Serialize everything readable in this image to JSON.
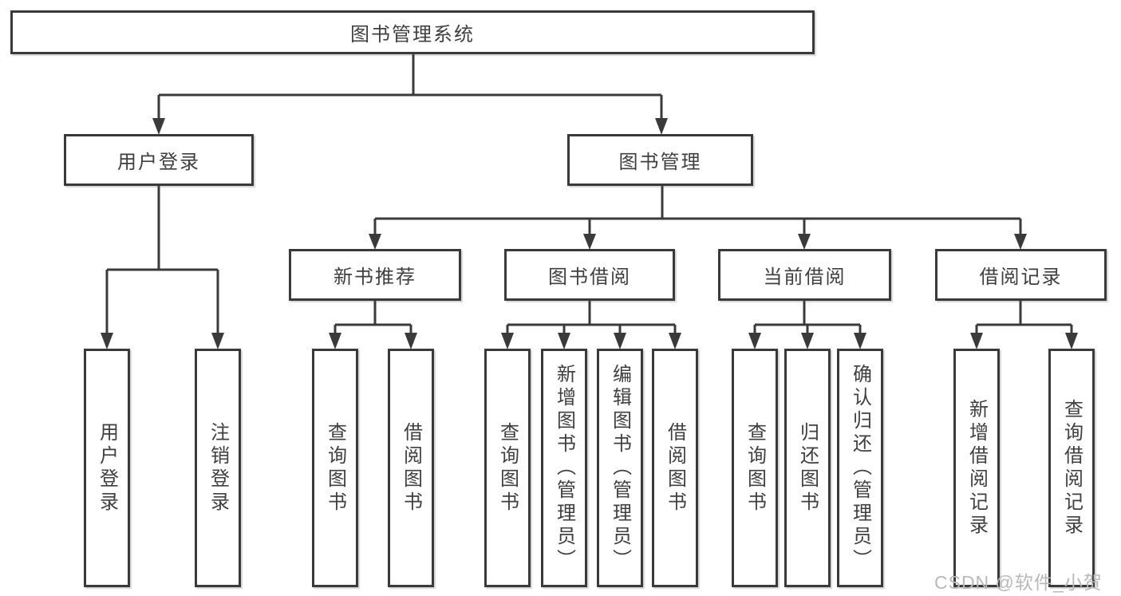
{
  "colors": {
    "line": "#3a3a3a",
    "box_border": "#3a3a3a",
    "box_fill": "#ffffff",
    "text": "#3f3f3f",
    "watermark": "#b8b8b8",
    "background": "#ffffff"
  },
  "watermark": "CSDN @软件_小贺同学",
  "tree": {
    "root": {
      "label": "图书管理系统"
    },
    "user_login": {
      "label": "用户登录",
      "children": [
        {
          "label": "用户登录"
        },
        {
          "label": "注销登录"
        }
      ]
    },
    "book_mgmt": {
      "label": "图书管理",
      "children": [
        {
          "label": "新书推荐",
          "children": [
            {
              "label": "查询图书"
            },
            {
              "label": "借阅图书"
            }
          ]
        },
        {
          "label": "图书借阅",
          "children": [
            {
              "label": "查询图书"
            },
            {
              "label": "新增图书（管理员）"
            },
            {
              "label": "编辑图书（管理员）"
            },
            {
              "label": "借阅图书"
            }
          ]
        },
        {
          "label": "当前借阅",
          "children": [
            {
              "label": "查询图书"
            },
            {
              "label": "归还图书"
            },
            {
              "label": "确认归还（管理员）"
            }
          ]
        },
        {
          "label": "借阅记录",
          "children": [
            {
              "label": "新增借阅记录"
            },
            {
              "label": "查询借阅记录"
            }
          ]
        }
      ]
    }
  }
}
